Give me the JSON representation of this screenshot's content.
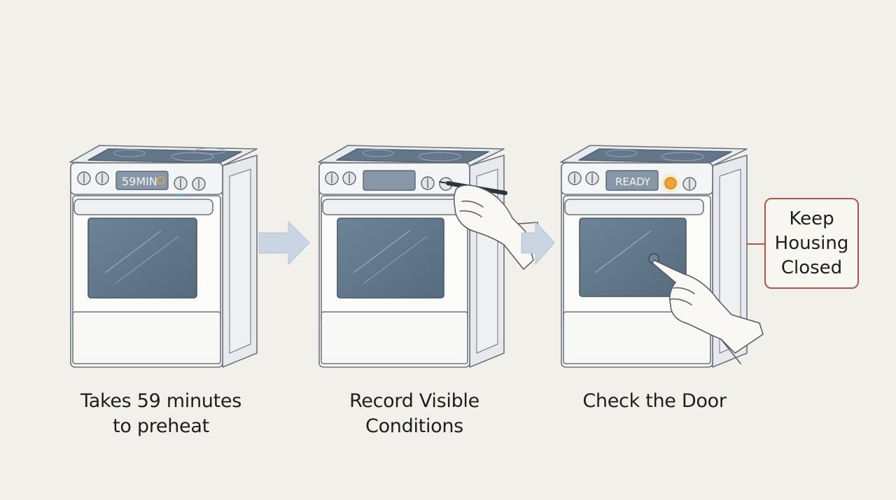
{
  "steps": [
    {
      "caption_line1": "Takes 59 minutes",
      "caption_line2": "to preheat",
      "display": "59MIN"
    },
    {
      "caption_line1": "Record Visible",
      "caption_line2": "Conditions",
      "display": ""
    },
    {
      "caption_line1": "Check the Door",
      "caption_line2": "",
      "display": "READY"
    }
  ],
  "callout": {
    "line1": "Keep",
    "line2": "Housing",
    "line3": "Closed"
  },
  "colors": {
    "background": "#f1f0ea",
    "outline": "#6d737a",
    "glass": "#5f7487",
    "display": "#8797a8",
    "arrow": "#c9d5e2",
    "callout_border": "#b0554a",
    "indicator_orange": "#f2a23a"
  }
}
